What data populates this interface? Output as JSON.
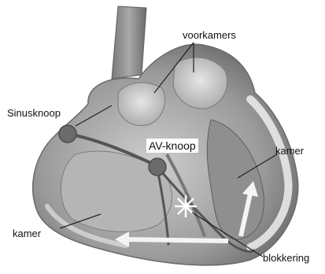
{
  "labels": {
    "voorkamers": "voorkamers",
    "sinusknoop": "Sinusknoop",
    "av_knoop": "AV-knoop",
    "kamer_right": "kamer",
    "kamer_left": "kamer",
    "blokkering": "blokkering"
  }
}
